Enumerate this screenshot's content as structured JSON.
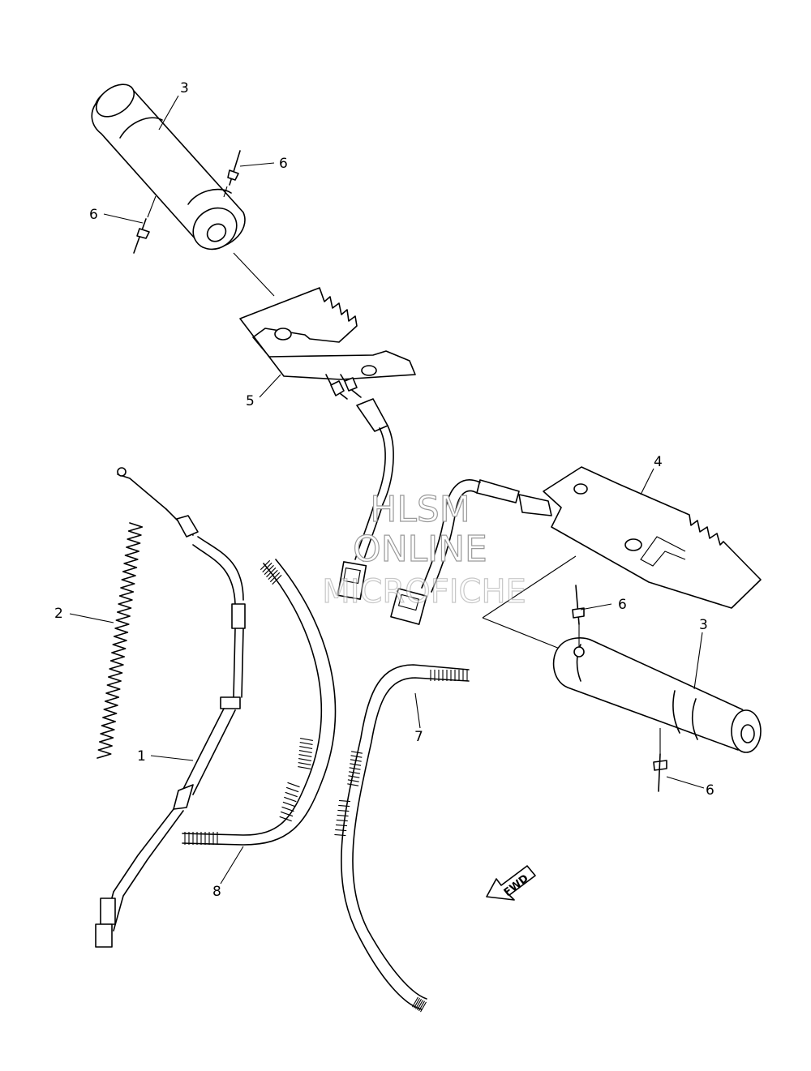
{
  "callouts": [
    {
      "id": "grip-upper",
      "label": "3"
    },
    {
      "id": "rivet-upper-right",
      "label": "6"
    },
    {
      "id": "rivet-upper-left",
      "label": "6"
    },
    {
      "id": "heater-left",
      "label": "5"
    },
    {
      "id": "heater-right",
      "label": "4"
    },
    {
      "id": "spring",
      "label": "2"
    },
    {
      "id": "throttle-cable",
      "label": "1"
    },
    {
      "id": "rivet-lower-top",
      "label": "6"
    },
    {
      "id": "grip-lower",
      "label": "3"
    },
    {
      "id": "rivet-lower-bottom",
      "label": "6"
    },
    {
      "id": "hose-right",
      "label": "7"
    },
    {
      "id": "hose-left",
      "label": "8"
    }
  ],
  "fwd_indicator": {
    "label": "FWD"
  },
  "watermark": {
    "line1": "HLSM",
    "line2": "ONLINE",
    "line3": "MICROFICHE"
  }
}
